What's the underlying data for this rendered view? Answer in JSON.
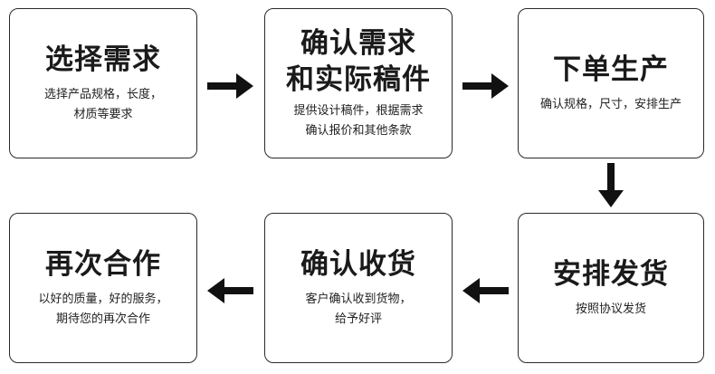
{
  "steps": [
    {
      "title": [
        "选择需求"
      ],
      "desc": [
        "选择产品规格，长度，",
        "材质等要求"
      ]
    },
    {
      "title": [
        "确认需求",
        "和实际稿件"
      ],
      "desc": [
        "提供设计稿件，根据需求",
        "确认报价和其他条款"
      ]
    },
    {
      "title": [
        "下单生产"
      ],
      "desc": [
        "确认规格，尺寸，安排生产"
      ]
    },
    {
      "title": [
        "安排发货"
      ],
      "desc": [
        "按照协议发货"
      ]
    },
    {
      "title": [
        "确认收货"
      ],
      "desc": [
        "客户确认收到货物，",
        "给予好评"
      ]
    },
    {
      "title": [
        "再次合作"
      ],
      "desc": [
        "以好的质量，好的服务，",
        "期待您的再次合作"
      ]
    }
  ],
  "arrows": [
    {
      "icon": "arrow-right-icon"
    },
    {
      "icon": "arrow-right-icon"
    },
    {
      "icon": "arrow-down-icon"
    },
    {
      "icon": "arrow-left-icon"
    },
    {
      "icon": "arrow-left-icon"
    }
  ],
  "colors": {
    "stroke": "#2a2a2a",
    "arrow": "#111111",
    "text": "#1a1a1a"
  }
}
